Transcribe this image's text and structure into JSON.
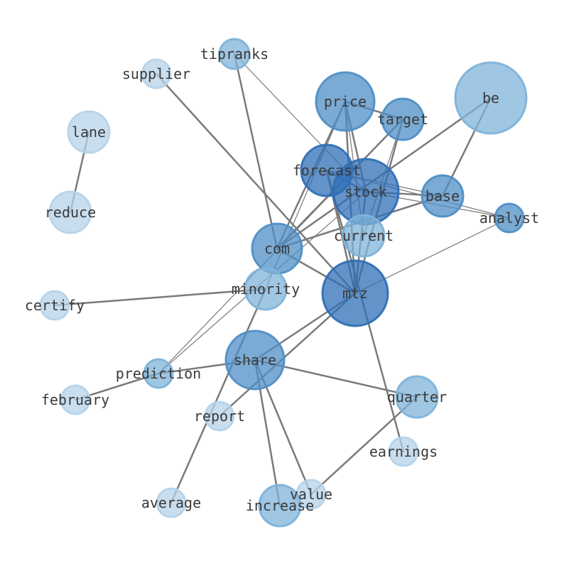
{
  "colors": {
    "tier4": "#2f6fb5",
    "tier3": "#4f8fc6",
    "tier2": "#7fb3da",
    "tier1": "#b5d3ea",
    "edge": "#7a7a7a",
    "label": "#3a3a3a"
  },
  "nodes": [
    {
      "id": "tipranks",
      "label": "tipranks",
      "weight": 1,
      "tier": 2
    },
    {
      "id": "supplier",
      "label": "supplier",
      "weight": 1,
      "tier": 1
    },
    {
      "id": "price",
      "label": "price",
      "weight": 4,
      "tier": 3
    },
    {
      "id": "be",
      "label": "be",
      "weight": 6,
      "tier": 2
    },
    {
      "id": "target",
      "label": "target",
      "weight": 2,
      "tier": 3
    },
    {
      "id": "lane",
      "label": "lane",
      "weight": 2,
      "tier": 1
    },
    {
      "id": "forecast",
      "label": "forecast",
      "weight": 4,
      "tier": 4
    },
    {
      "id": "stock",
      "label": "stock",
      "weight": 6,
      "tier": 4
    },
    {
      "id": "base",
      "label": "base",
      "weight": 2,
      "tier": 3
    },
    {
      "id": "reduce",
      "label": "reduce",
      "weight": 2,
      "tier": 1
    },
    {
      "id": "analyst",
      "label": "analyst",
      "weight": 1,
      "tier": 3
    },
    {
      "id": "current",
      "label": "current",
      "weight": 2,
      "tier": 2
    },
    {
      "id": "com",
      "label": "com",
      "weight": 4,
      "tier": 3
    },
    {
      "id": "minority",
      "label": "minority",
      "weight": 2,
      "tier": 2
    },
    {
      "id": "certify",
      "label": "certify",
      "weight": 1,
      "tier": 1
    },
    {
      "id": "mtz",
      "label": "mtz",
      "weight": 6,
      "tier": 4
    },
    {
      "id": "share",
      "label": "share",
      "weight": 5,
      "tier": 3
    },
    {
      "id": "prediction",
      "label": "prediction",
      "weight": 1,
      "tier": 2
    },
    {
      "id": "february",
      "label": "february",
      "weight": 1,
      "tier": 1
    },
    {
      "id": "quarter",
      "label": "quarter",
      "weight": 2,
      "tier": 2
    },
    {
      "id": "report",
      "label": "report",
      "weight": 1,
      "tier": 1
    },
    {
      "id": "earnings",
      "label": "earnings",
      "weight": 1,
      "tier": 1
    },
    {
      "id": "average",
      "label": "average",
      "weight": 1,
      "tier": 1
    },
    {
      "id": "value",
      "label": "value",
      "weight": 1,
      "tier": 1
    },
    {
      "id": "increase",
      "label": "increase",
      "weight": 2,
      "tier": 2
    }
  ],
  "edges": [
    {
      "source": "lane",
      "target": "reduce",
      "weight": 2
    },
    {
      "source": "tipranks",
      "target": "com",
      "weight": 2
    },
    {
      "source": "tipranks",
      "target": "stock",
      "weight": 1
    },
    {
      "source": "supplier",
      "target": "mtz",
      "weight": 2
    },
    {
      "source": "price",
      "target": "target",
      "weight": 2
    },
    {
      "source": "price",
      "target": "stock",
      "weight": 2
    },
    {
      "source": "price",
      "target": "com",
      "weight": 2
    },
    {
      "source": "price",
      "target": "mtz",
      "weight": 2
    },
    {
      "source": "price",
      "target": "current",
      "weight": 1
    },
    {
      "source": "price",
      "target": "minority",
      "weight": 1
    },
    {
      "source": "target",
      "target": "com",
      "weight": 2
    },
    {
      "source": "target",
      "target": "mtz",
      "weight": 2
    },
    {
      "source": "target",
      "target": "prediction",
      "weight": 1
    },
    {
      "source": "target",
      "target": "current",
      "weight": 1
    },
    {
      "source": "be",
      "target": "base",
      "weight": 2
    },
    {
      "source": "be",
      "target": "com",
      "weight": 2
    },
    {
      "source": "forecast",
      "target": "stock",
      "weight": 2
    },
    {
      "source": "forecast",
      "target": "analyst",
      "weight": 1
    },
    {
      "source": "forecast",
      "target": "mtz",
      "weight": 2
    },
    {
      "source": "forecast",
      "target": "earnings",
      "weight": 2
    },
    {
      "source": "forecast",
      "target": "base",
      "weight": 1
    },
    {
      "source": "stock",
      "target": "base",
      "weight": 2
    },
    {
      "source": "stock",
      "target": "mtz",
      "weight": 2
    },
    {
      "source": "stock",
      "target": "analyst",
      "weight": 1
    },
    {
      "source": "stock",
      "target": "prediction",
      "weight": 1
    },
    {
      "source": "base",
      "target": "com",
      "weight": 2
    },
    {
      "source": "analyst",
      "target": "mtz",
      "weight": 1
    },
    {
      "source": "com",
      "target": "mtz",
      "weight": 2
    },
    {
      "source": "minority",
      "target": "certify",
      "weight": 2
    },
    {
      "source": "minority",
      "target": "average",
      "weight": 2
    },
    {
      "source": "mtz",
      "target": "share",
      "weight": 2
    },
    {
      "source": "mtz",
      "target": "report",
      "weight": 2
    },
    {
      "source": "share",
      "target": "prediction",
      "weight": 2
    },
    {
      "source": "share",
      "target": "quarter",
      "weight": 2
    },
    {
      "source": "share",
      "target": "value",
      "weight": 2
    },
    {
      "source": "share",
      "target": "increase",
      "weight": 2
    },
    {
      "source": "prediction",
      "target": "february",
      "weight": 2
    },
    {
      "source": "quarter",
      "target": "value",
      "weight": 2
    }
  ]
}
